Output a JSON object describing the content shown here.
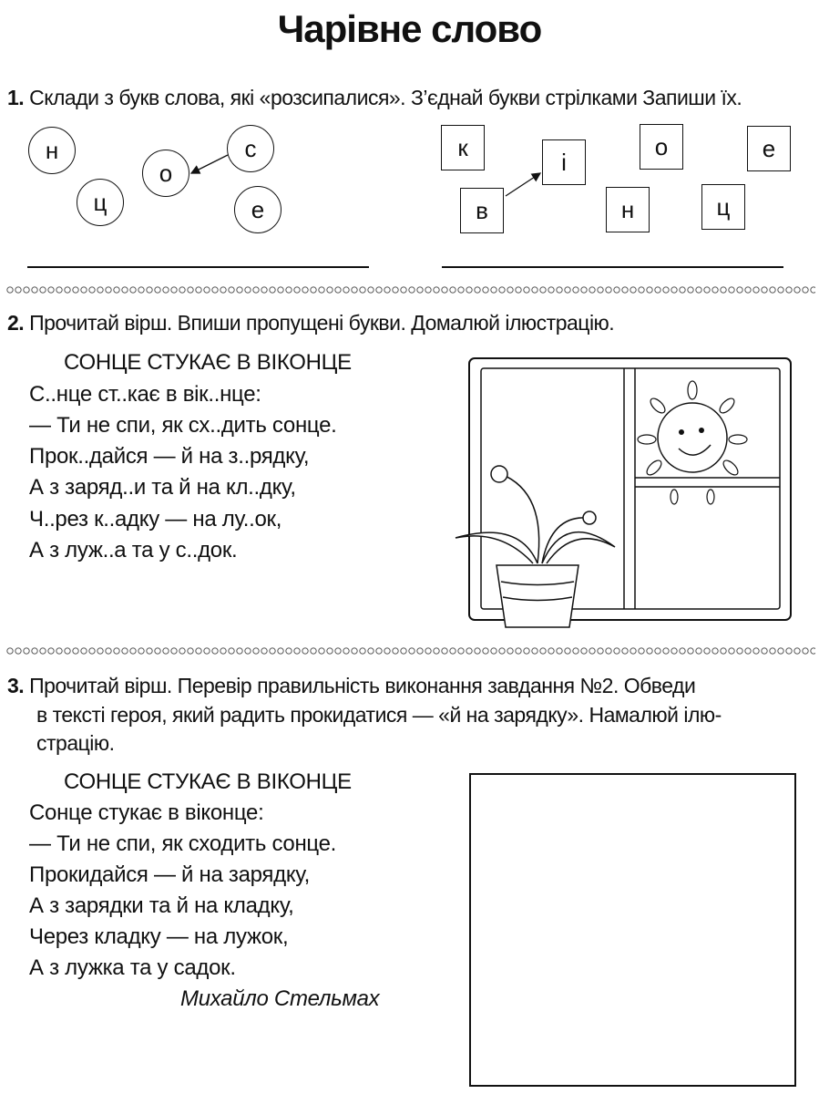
{
  "title": "Чарівне слово",
  "task1": {
    "number": "1.",
    "text": "Склади з букв слова, які «розсипалися». З’єднай букви стрілками Запиши їх.",
    "circle_letters": [
      "н",
      "ц",
      "о",
      "с",
      "е"
    ],
    "box_letters": [
      "к",
      "і",
      "о",
      "е",
      "в",
      "н",
      "ц"
    ]
  },
  "task2": {
    "number": "2.",
    "text": "Прочитай вірш. Впиши пропущені букви. Домалюй ілюстрацію.",
    "poem_title": "СОНЦЕ СТУКАЄ В ВІКОНЦЕ",
    "lines": [
      "С..нце ст..кає в вік..нце:",
      "— Ти не спи, як сх..дить сонце.",
      "Прок..дайся — й на з..рядку,",
      "А з заряд..и та й на кл..дку,",
      "Ч..рез к..адку — на лу..ок,",
      "А з луж..а та у с..док."
    ]
  },
  "task3": {
    "number": "3.",
    "text_lines": [
      "Прочитай вірш. Перевір правильність виконання завдання №2. Обведи",
      "в тексті героя, який радить прокидатися — «й на зарядку». Намалюй ілю-",
      "страцію."
    ],
    "poem_title": "СОНЦЕ СТУКАЄ В ВІКОНЦЕ",
    "lines": [
      "Сонце стукає в віконце:",
      "— Ти не спи, як сходить сонце.",
      "Прокидайся — й на зарядку,",
      "А з зарядки та й на кладку,",
      "Через кладку — на лужок,",
      "А з лужка та у садок."
    ],
    "author": "Михайло Стельмах"
  }
}
